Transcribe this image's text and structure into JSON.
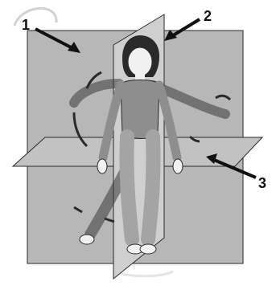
{
  "labels": {
    "one": "1",
    "two": "2",
    "three": "3"
  },
  "icons": {
    "plane_1": "frontal-plane-icon",
    "plane_2": "sagittal-plane-icon",
    "plane_3": "transverse-plane-icon",
    "figure": "human-figure-icon",
    "motion": "curved-arrow-icon"
  },
  "colors": {
    "frontal_plane": "#b7b7b7",
    "frontal_plane_dark": "#9f9f9f",
    "sagittal_plane": "#cfcfcf",
    "transverse_plane": "#c2c2c2",
    "outline": "#2a2a2a",
    "label_arrow": "#111111",
    "skin": "#f1f1f1",
    "clothing": "#8e8e8e"
  }
}
